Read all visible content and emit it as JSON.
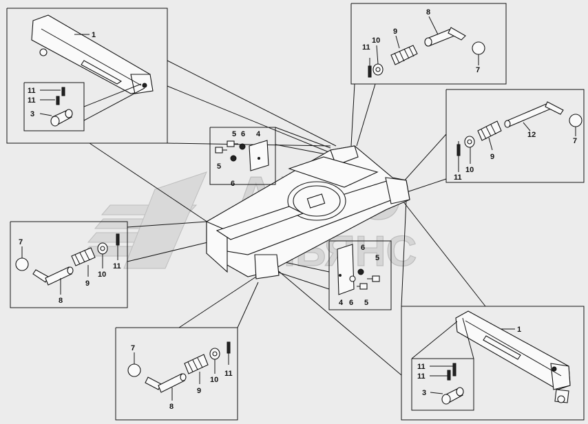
{
  "watermark": {
    "line1": "АВТО",
    "line2": "АЛЬЯНС"
  },
  "callouts": {
    "top_left": {
      "arm": "1",
      "bolt_a": "11",
      "bolt_b": "11",
      "pin": "3"
    },
    "top_right": {
      "pin": "8",
      "spring": "9",
      "washer": "10",
      "rod": "11",
      "cap": "7"
    },
    "right": {
      "pin": "12",
      "spring": "9",
      "washer": "10",
      "rod": "11",
      "cap": "7"
    },
    "center_left": {
      "screw_a": "5",
      "screw_b": "5",
      "nut_a": "6",
      "nut_b": "6",
      "plate": "4"
    },
    "left": {
      "cap": "7",
      "spring": "9",
      "washer": "10",
      "rod": "11",
      "pin": "8"
    },
    "center_right": {
      "plate": "4",
      "nut_a": "6",
      "nut_b": "6",
      "screw_a": "5",
      "screw_b": "5"
    },
    "bottom_center": {
      "cap": "7",
      "spring": "9",
      "washer": "10",
      "rod": "11",
      "pin": "8"
    },
    "bottom_right": {
      "arm": "1",
      "bolt_a": "11",
      "bolt_b": "11",
      "pin": "3"
    }
  }
}
